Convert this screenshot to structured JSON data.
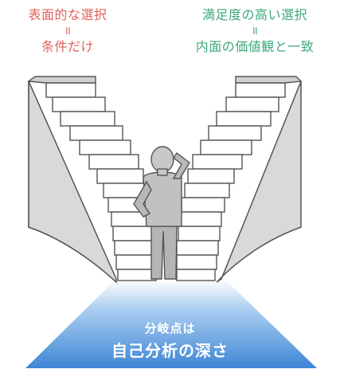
{
  "left_label": {
    "line1": "表面的な選択",
    "eq": "॥",
    "line2": "条件だけ"
  },
  "right_label": {
    "line1": "満足度の高い選択",
    "eq": "॥",
    "line2": "内面の価値観と一致"
  },
  "bottom": {
    "line1": "分岐点は",
    "line2": "自己分析の深さ"
  },
  "colors": {
    "left_text": "#e0605a",
    "right_text": "#3ea97a",
    "path_blue": "#3e86d6",
    "stair_fill": "#ffffff",
    "stair_side": "#d6d6d6",
    "outline": "#555555",
    "figure": "#b8b8b8"
  }
}
